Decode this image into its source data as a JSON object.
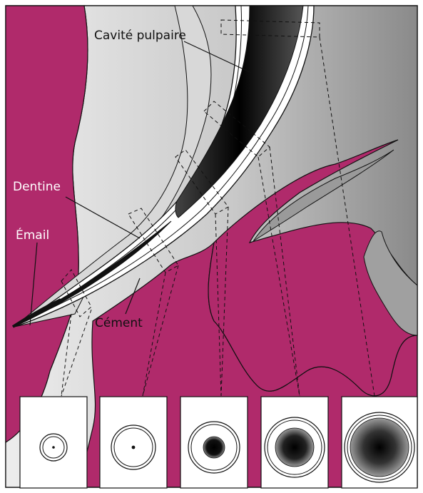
{
  "labels": {
    "pulp": "Cavité pulpaire",
    "dentine": "Dentine",
    "enamel": "Émail",
    "cementum": "Cément"
  },
  "colors": {
    "background_tissue": "#b02a6b",
    "bone_gradient_light": "#ededed",
    "bone_gradient_dark": "#8a8a8a",
    "pulp": "#111111",
    "outline": "#111111"
  }
}
